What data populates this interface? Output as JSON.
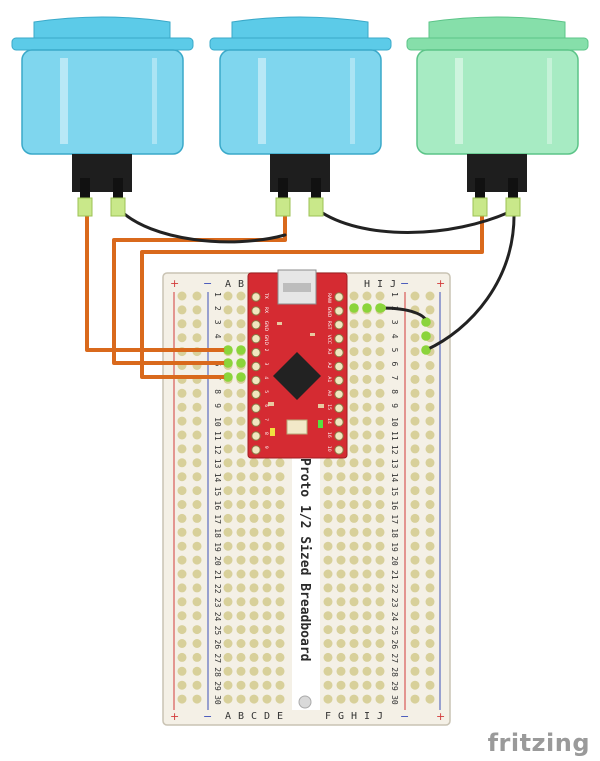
{
  "buttons": [
    {
      "name": "button-1",
      "color": "blue"
    },
    {
      "name": "button-2",
      "color": "blue"
    },
    {
      "name": "button-3",
      "color": "green"
    }
  ],
  "colors": {
    "blue_cap": "#5ccbe8",
    "blue_body": "#7fd6ee",
    "blue_dark": "#3aa9c9",
    "green_cap": "#86dfaa",
    "green_body": "#a7ebc3",
    "green_dark": "#5cc488",
    "wire_orange": "#d9691c",
    "wire_black": "#222222",
    "board_red": "#d52b32",
    "board_bg": "#f4f0e6",
    "hole": "#d8d09a",
    "hole_green": "#8bd43b",
    "rail_red": "#d23a3a",
    "rail_blue": "#3d4fb8"
  },
  "breadboard": {
    "title": "Proto 1/2 Sized Breadboard",
    "columns_left": [
      "A",
      "B",
      "C",
      "D",
      "E"
    ],
    "columns_right": [
      "F",
      "G",
      "H",
      "I",
      "J"
    ],
    "top_columns_left": [
      "A",
      "B"
    ],
    "top_columns_right": [
      "H",
      "I",
      "J"
    ],
    "plus": "+",
    "minus": "−",
    "row_numbers": [
      "1",
      "2",
      "3",
      "4",
      "5",
      "6",
      "7",
      "8",
      "9",
      "10",
      "11",
      "12",
      "13",
      "14",
      "15",
      "16",
      "17",
      "18",
      "19",
      "20",
      "21",
      "22",
      "23",
      "24",
      "25",
      "26",
      "27",
      "28",
      "29",
      "30"
    ]
  },
  "mcu": {
    "left_pins": [
      "TX",
      "RX",
      "GND",
      "GND",
      "2",
      "3",
      "4",
      "5",
      "6",
      "7",
      "8",
      "9"
    ],
    "right_pins": [
      "RAW",
      "GND",
      "RST",
      "VCC",
      "A3",
      "A2",
      "A1",
      "A0",
      "15",
      "14",
      "16",
      "10"
    ]
  },
  "brand": "fritzing"
}
